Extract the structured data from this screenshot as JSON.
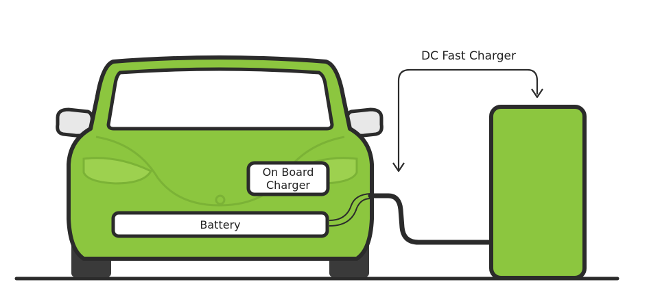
{
  "labels": {
    "dc_fast_charger": "DC Fast Charger",
    "on_board_charger_line1": "On Board",
    "on_board_charger_line2": "Charger",
    "battery": "Battery"
  },
  "colors": {
    "car_body": "#8cc63f",
    "car_body_shade": "#7bb236",
    "outline": "#2b2b2b",
    "charger": "#8cc63f",
    "window": "#ffffff",
    "mirror": "#e8e8e8",
    "tire": "#3a3a3a",
    "ground": "#2b2b2b"
  }
}
